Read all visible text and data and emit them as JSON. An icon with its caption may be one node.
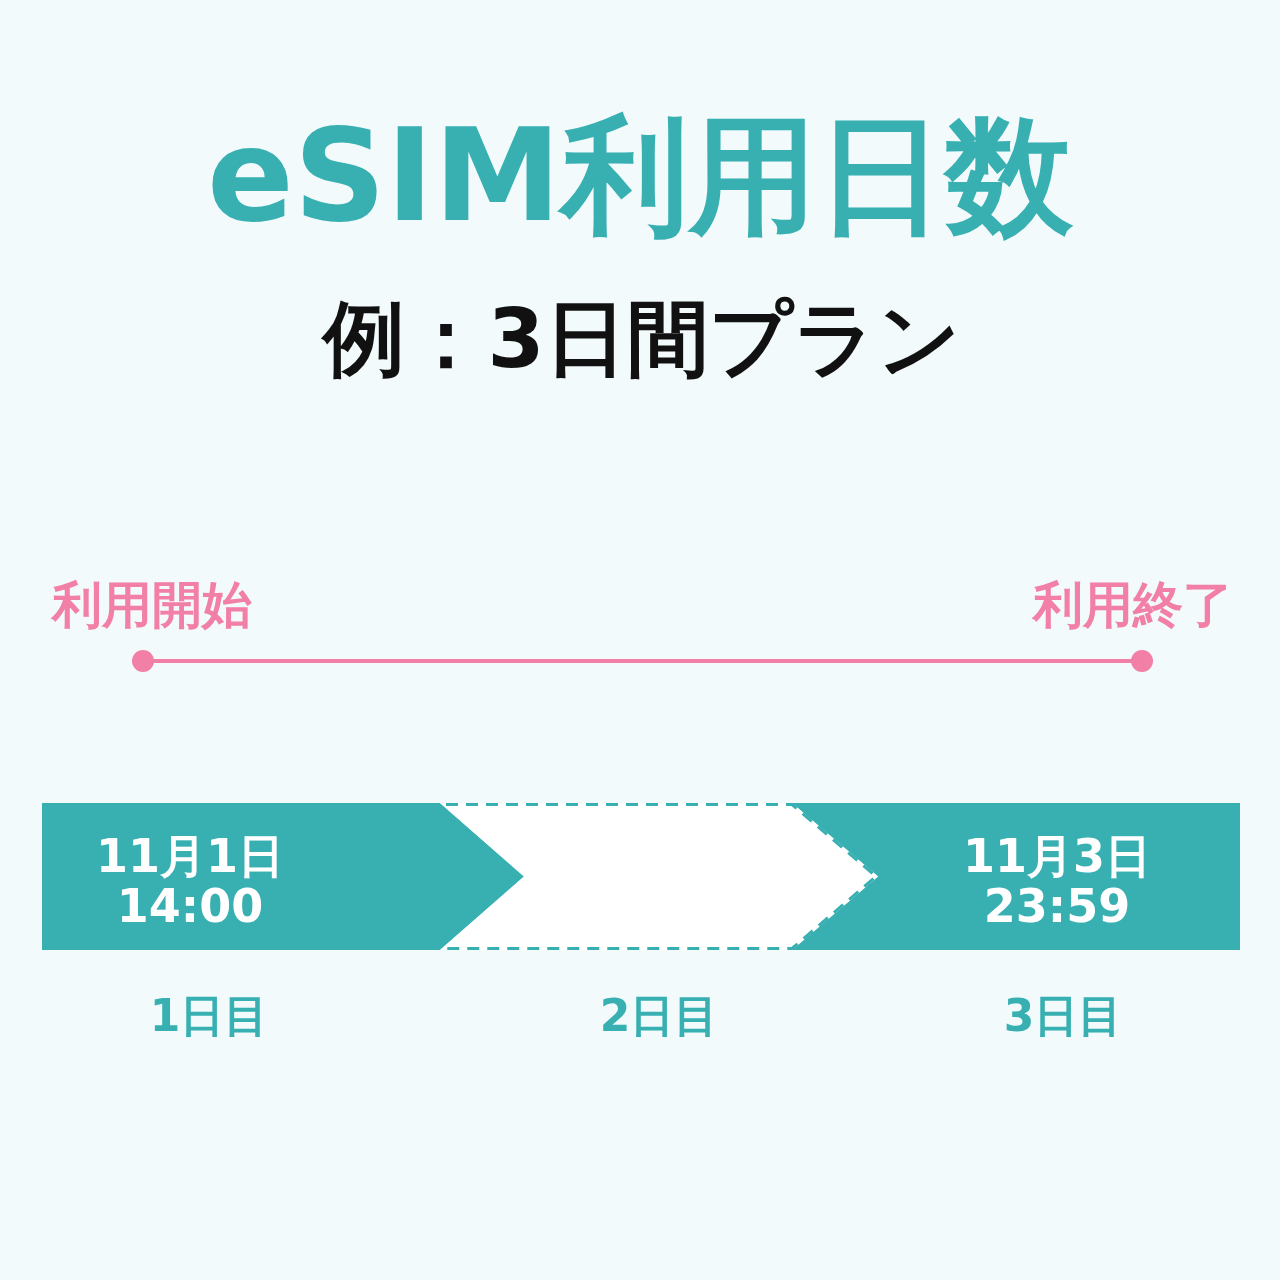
{
  "diagram": {
    "title": "eSIM利用日数",
    "nodes": [
      {
        "text": [
          "11月1日",
          "14:00"
        ],
        "beside": [
          "1日目"
        ]
      },
      {
        "text": [
          "11月3日",
          "23:59"
        ],
        "beside": [
          "3日目"
        ]
      }
    ],
    "edges": [
      {
        "from": 0,
        "to": 1,
        "arrow": "to",
        "style": "dashed",
        "label": "2日目"
      }
    ],
    "labels": [
      "例：3日間プラン",
      "利用開始",
      "利用終了"
    ]
  }
}
